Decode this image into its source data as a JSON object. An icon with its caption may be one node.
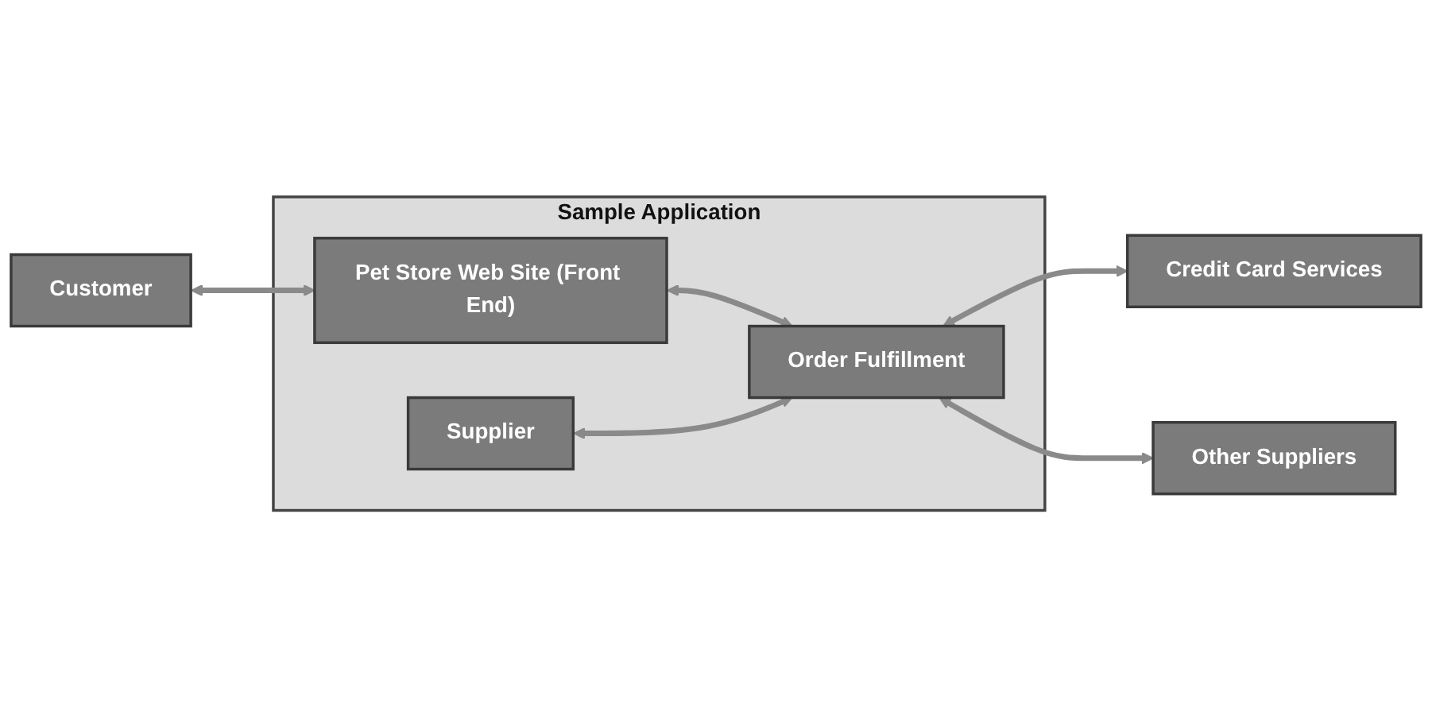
{
  "diagram": {
    "nodes": [
      {
        "text": [
          "Customer"
        ]
      },
      {
        "text": [
          "Sample Application"
        ]
      },
      {
        "text": [
          "Pet Store Web Site (Front End)"
        ],
        "in": 1
      },
      {
        "text": [
          "Order Fulfillment"
        ],
        "in": 1
      },
      {
        "text": [
          "Supplier"
        ],
        "in": 1
      },
      {
        "text": [
          "Credit Card Services"
        ]
      },
      {
        "text": [
          "Other Suppliers"
        ]
      }
    ],
    "edges": [
      {
        "from": 0,
        "to": 2,
        "arrow": "both"
      },
      {
        "from": 2,
        "to": 3,
        "arrow": "both"
      },
      {
        "from": 3,
        "to": 5,
        "arrow": "both"
      },
      {
        "from": 4,
        "to": 3,
        "arrow": "both"
      },
      {
        "from": 3,
        "to": 6,
        "arrow": "both"
      }
    ]
  }
}
